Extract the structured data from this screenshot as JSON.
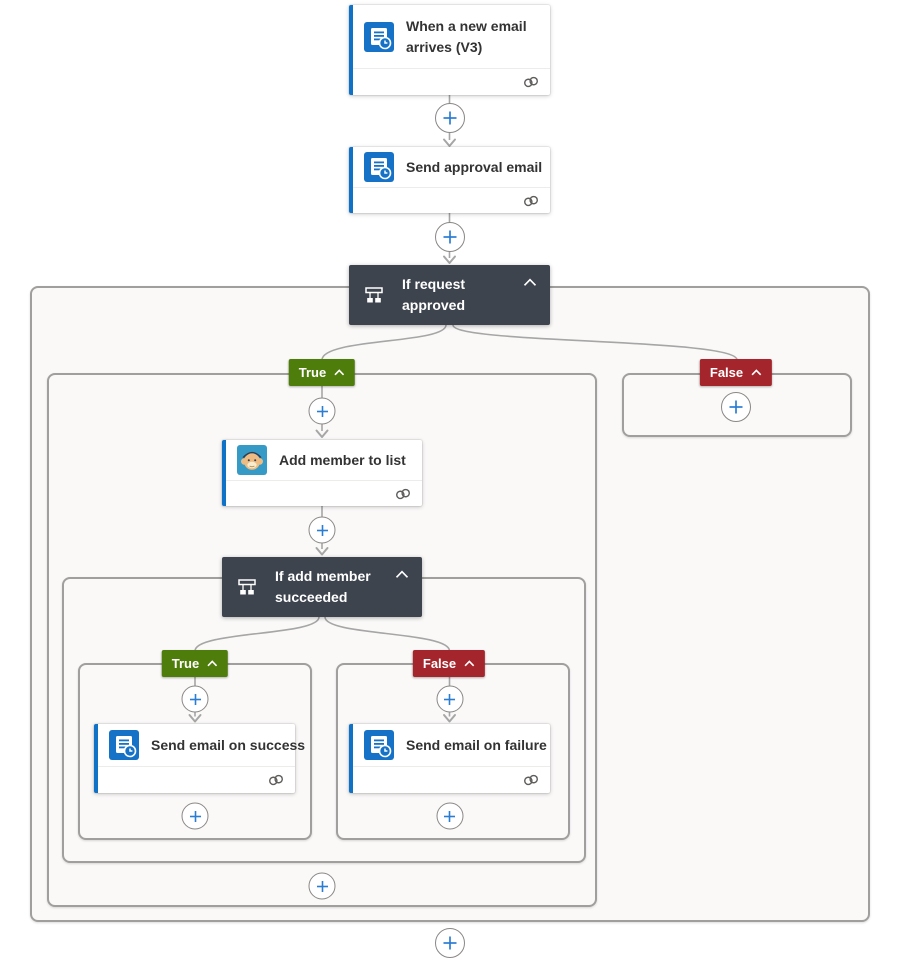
{
  "app": "flow-designer-canvas",
  "colors": {
    "accent_blue": "#1072c6",
    "icon_blue": "#1572c6",
    "condition_bg": "#3d444e",
    "true_green": "#4e7d0b",
    "false_red": "#a4262c",
    "connector_gray": "#a6a6a6",
    "plus_blue": "#2b7cd3",
    "scope_bg": "#faf9f8",
    "scope_border": "#a19f9d",
    "card_title": "#333333"
  },
  "cards": {
    "trigger": {
      "title": "When a new email arrives (V3)",
      "icon": "outlook-icon"
    },
    "send_approval": {
      "title": "Send approval email",
      "icon": "outlook-icon"
    },
    "if_request_approved": {
      "title": "If request approved",
      "icon": "condition-icon"
    },
    "add_member": {
      "title": "Add member to list",
      "icon": "mailchimp-icon"
    },
    "if_add_member": {
      "title": "If add member succeeded",
      "icon": "condition-icon"
    },
    "send_success": {
      "title": "Send email on success",
      "icon": "outlook-icon"
    },
    "send_failure": {
      "title": "Send email on failure",
      "icon": "outlook-icon"
    }
  },
  "badges": {
    "outer_true": {
      "label": "True"
    },
    "outer_false": {
      "label": "False"
    },
    "inner_true": {
      "label": "True"
    },
    "inner_false": {
      "label": "False"
    }
  },
  "icons": {
    "footer": "connection-icon",
    "collapse": "chevron-up-icon",
    "insert_step": "plus-icon"
  }
}
